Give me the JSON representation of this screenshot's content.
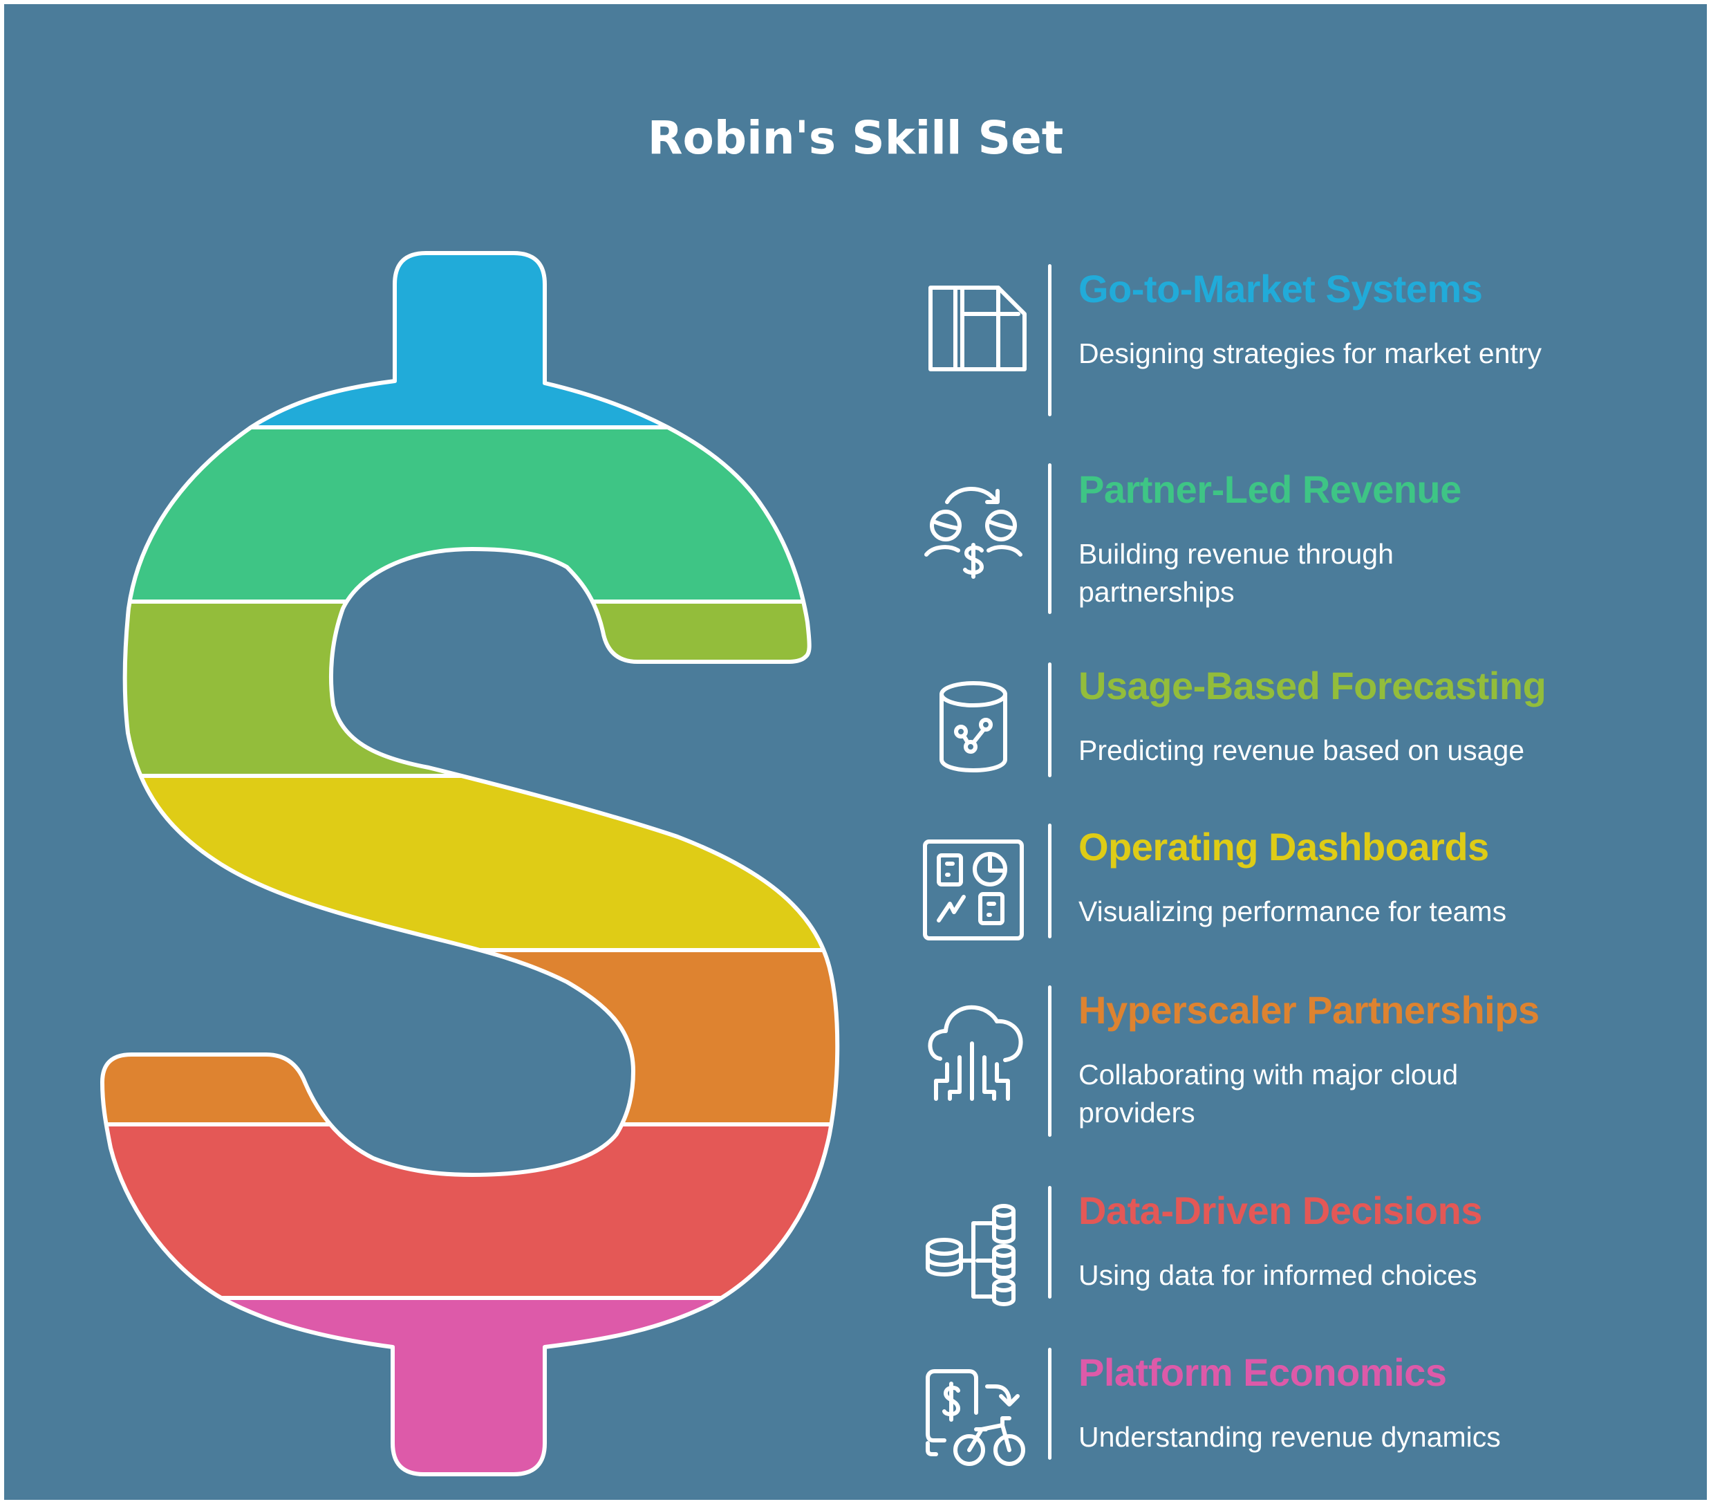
{
  "title": "Robin's Skill Set",
  "colors": {
    "background": "#4b7c9a",
    "outline": "#ffffff"
  },
  "dollar_bands": [
    {
      "name": "Go-to-Market Systems",
      "color": "#21abd9"
    },
    {
      "name": "Partner-Led Revenue",
      "color": "#3ec585"
    },
    {
      "name": "Usage-Based Forecasting",
      "color": "#93bd3b"
    },
    {
      "name": "Operating Dashboards",
      "color": "#dfcc16"
    },
    {
      "name": "Hyperscaler Partnerships",
      "color": "#de8330"
    },
    {
      "name": "Data-Driven Decisions",
      "color": "#e45856"
    },
    {
      "name": "Platform Economics",
      "color": "#dd5aa9"
    }
  ],
  "skills": [
    {
      "title": "Go-to-Market Systems",
      "description": "Designing strategies for market entry",
      "color": "#21abd9",
      "icon": "books-folders-icon"
    },
    {
      "title": "Partner-Led Revenue",
      "description": "Building revenue through partnerships",
      "color": "#3ec585",
      "icon": "partners-exchange-dollar-icon"
    },
    {
      "title": "Usage-Based Forecasting",
      "description": "Predicting revenue based on usage",
      "color": "#93bd3b",
      "icon": "database-graph-icon"
    },
    {
      "title": "Operating Dashboards",
      "description": "Visualizing performance for teams",
      "color": "#dfcc16",
      "icon": "dashboard-icon"
    },
    {
      "title": "Hyperscaler Partnerships",
      "description": "Collaborating with major cloud providers",
      "color": "#de8330",
      "icon": "cloud-circuit-icon"
    },
    {
      "title": "Data-Driven Decisions",
      "description": "Using data for informed choices",
      "color": "#e45856",
      "icon": "database-tree-icon"
    },
    {
      "title": "Platform Economics",
      "description": "Understanding revenue dynamics",
      "color": "#dd5aa9",
      "icon": "payment-bike-icon"
    }
  ]
}
